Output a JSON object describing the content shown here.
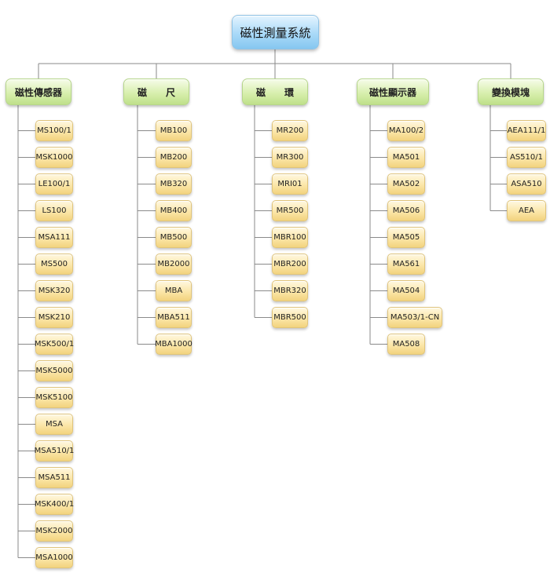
{
  "root": "磁性測量系統",
  "categories": [
    {
      "label": "磁性傳感器",
      "items": [
        "MS100/1",
        "MSK1000",
        "LE100/1",
        "LS100",
        "MSA111",
        "MS500",
        "MSK320",
        "MSK210",
        "MSK500/1",
        "MSK5000",
        "MSK5100",
        "MSA",
        "MSA510/1",
        "MSA511",
        "MSK400/1",
        "MSK2000",
        "MSA1000"
      ]
    },
    {
      "label": "磁　　尺",
      "items": [
        "MB100",
        "MB200",
        "MB320",
        "MB400",
        "MB500",
        "MB2000",
        "MBA",
        "MBA511",
        "MBA1000"
      ]
    },
    {
      "label": "磁　　環",
      "items": [
        "MR200",
        "MR300",
        "MRI01",
        "MR500",
        "MBR100",
        "MBR200",
        "MBR320",
        "MBR500"
      ]
    },
    {
      "label": "磁性顯示器",
      "items": [
        "MA100/2",
        "MA501",
        "MA502",
        "MA506",
        "MA505",
        "MA561",
        "MA504",
        "MA503/1-CN",
        "MA508"
      ]
    },
    {
      "label": "變換模塊",
      "items": [
        "AEA111/1",
        "AS510/1",
        "ASA510",
        "AEA"
      ]
    }
  ],
  "colors": {
    "connector": "#8a8a8a",
    "root_fill": "#a9d9f8",
    "category_fill": "#d8efae",
    "leaf_fill": "#fbe6a8"
  }
}
